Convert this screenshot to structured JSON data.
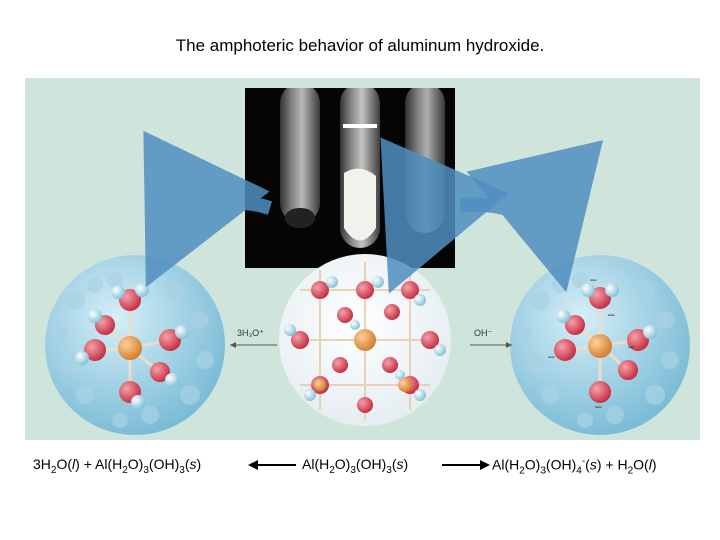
{
  "title": "The amphoteric behavior of aluminum hydroxide.",
  "figure": {
    "left_arrow_label": "3H₃O⁺",
    "right_arrow_label": "OH⁻"
  },
  "equation": {
    "left": {
      "coef": "3H",
      "sub1": "2",
      "mid1": "O(",
      "state1": "l",
      "mid2": ") + Al(H",
      "sub2": "2",
      "mid3": "O)",
      "sub3": "3",
      "mid4": "(OH)",
      "sub4": "3",
      "mid5": "(",
      "state2": "s",
      "end": ")"
    },
    "center": {
      "a": "Al(H",
      "sub1": "2",
      "b": "O)",
      "sub2": "3",
      "c": "(OH)",
      "sub3": "3",
      "d": "(",
      "state": "s",
      "e": ")"
    },
    "right": {
      "a": "Al(H",
      "sub1": "2",
      "b": "O)",
      "sub2": "3",
      "c": "(OH)",
      "sub3": "4",
      "sup": "-",
      "d": "(",
      "state1": "s",
      "e": ") + H",
      "sub4": "2",
      "f": "O(",
      "state2": "l",
      "g": ")"
    }
  },
  "colors": {
    "background": "#cfe5dc",
    "water_sphere": "#8fc6dc",
    "arrow_blue": "#4f8fc0",
    "aluminum": "#e39a4a",
    "oxygen": "#d94a5a",
    "hydrogen": "#bfe3ee"
  }
}
